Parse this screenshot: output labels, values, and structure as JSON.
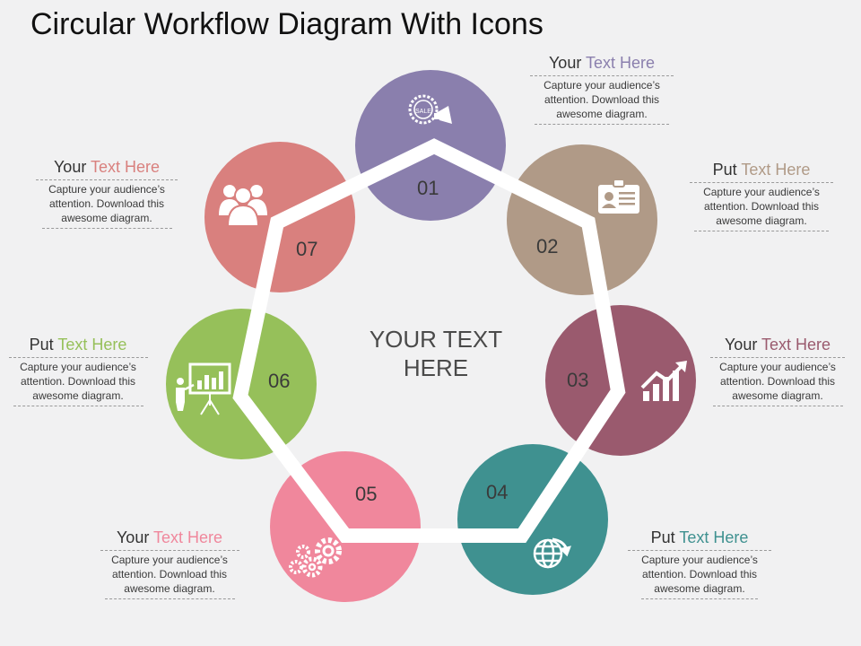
{
  "title": "Circular Workflow Diagram With Icons",
  "center_text": [
    "YOUR TEXT",
    "HERE"
  ],
  "colors": {
    "background": "#f1f1f2",
    "path": "#ffffff",
    "step_01": "#8a7fad",
    "step_02": "#b09a87",
    "step_03": "#9a5a6e",
    "step_04": "#3f9190",
    "step_05": "#f0879c",
    "step_06": "#96c05a",
    "step_07": "#d9807e"
  },
  "steps": [
    {
      "number": "01",
      "icon": "sale-megaphone-icon",
      "color": "#8a7fad"
    },
    {
      "number": "02",
      "icon": "id-card-icon",
      "color": "#b09a87"
    },
    {
      "number": "03",
      "icon": "growth-chart-icon",
      "color": "#9a5a6e"
    },
    {
      "number": "04",
      "icon": "globe-arrow-icon",
      "color": "#3f9190"
    },
    {
      "number": "05",
      "icon": "gears-icon",
      "color": "#f0879c"
    },
    {
      "number": "06",
      "icon": "presentation-icon",
      "color": "#96c05a"
    },
    {
      "number": "07",
      "icon": "team-icon",
      "color": "#d9807e"
    }
  ],
  "callouts": [
    {
      "prefix": "Your",
      "highlight": "Text Here",
      "color": "#8a7fad",
      "body": "Capture your audience’s attention. Download this awesome diagram."
    },
    {
      "prefix": "Put",
      "highlight": "Text Here",
      "color": "#b09a87",
      "body": "Capture your audience’s attention. Download this awesome diagram."
    },
    {
      "prefix": "Your",
      "highlight": "Text Here",
      "color": "#9a5a6e",
      "body": "Capture your audience’s attention. Download this awesome diagram."
    },
    {
      "prefix": "Put",
      "highlight": "Text Here",
      "color": "#3f9190",
      "body": "Capture your audience’s attention. Download this awesome diagram."
    },
    {
      "prefix": "Your",
      "highlight": "Text Here",
      "color": "#f0879c",
      "body": "Capture your audience’s attention. Download this awesome diagram."
    },
    {
      "prefix": "Put",
      "highlight": "Text Here",
      "color": "#96c05a",
      "body": "Capture your audience’s attention. Download this awesome diagram."
    },
    {
      "prefix": "Your",
      "highlight": "Text Here",
      "color": "#d9807e",
      "body": "Capture your audience’s attention. Download this awesome diagram."
    }
  ]
}
